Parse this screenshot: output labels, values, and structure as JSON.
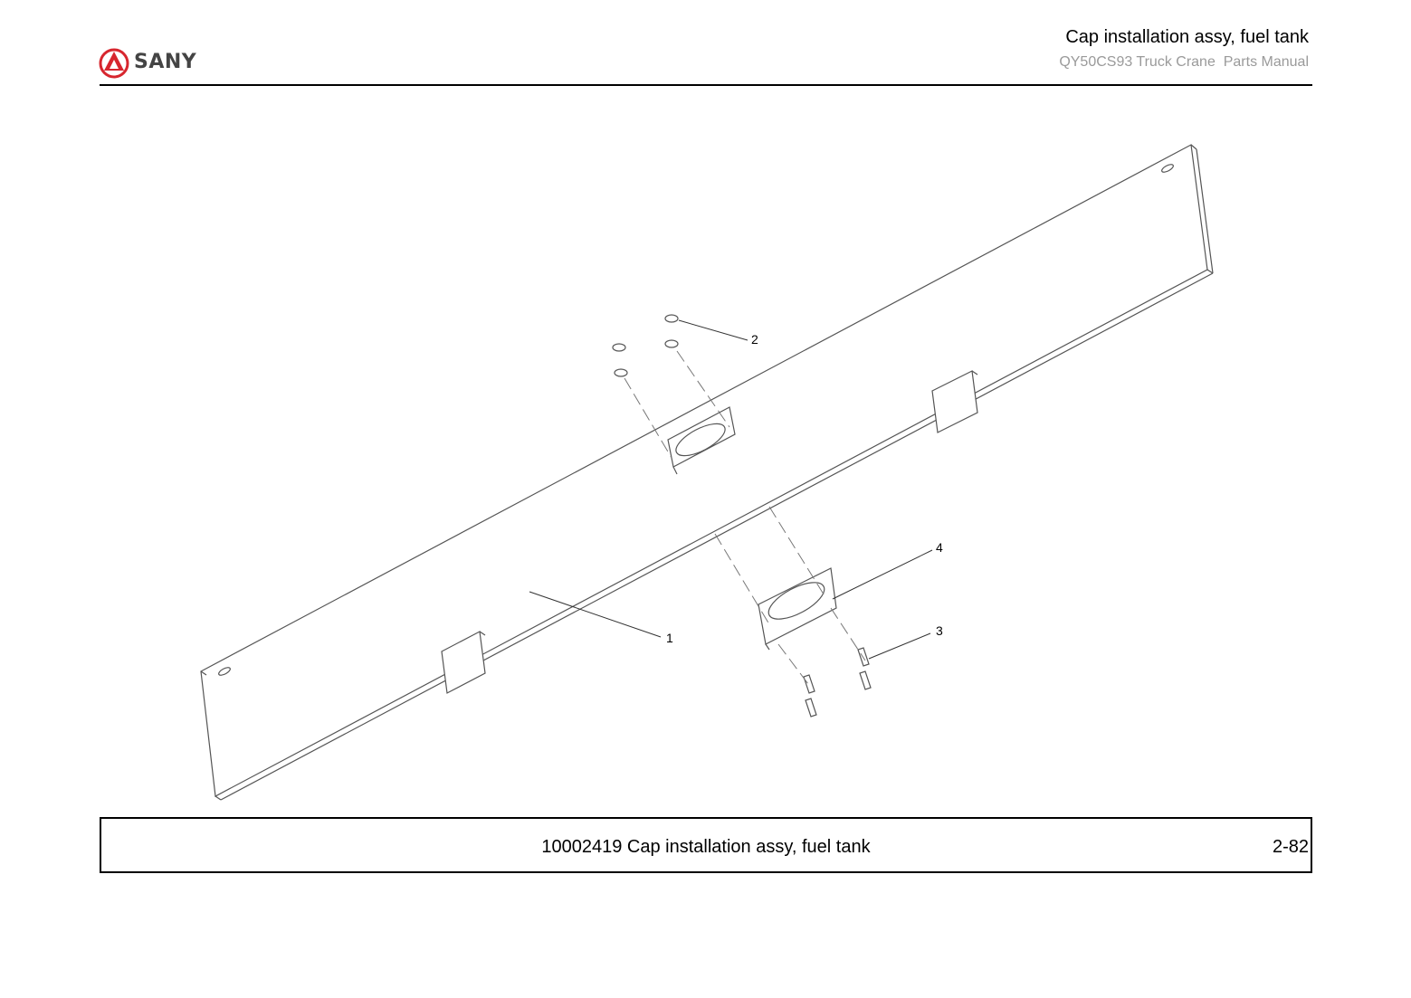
{
  "header": {
    "logo_text": "SANY",
    "title": "Cap installation assy, fuel tank",
    "subtitle": "QY50CS93 Truck Crane  Parts Manual"
  },
  "drawing": {
    "callouts": [
      "1",
      "2",
      "3",
      "4"
    ]
  },
  "caption": {
    "text": "10002419 Cap installation assy, fuel tank",
    "page_number": "2-82"
  },
  "colors": {
    "logo_red": "#d7262e",
    "logo_gray": "#444444",
    "subtitle_gray": "#9a9a9a",
    "line": "#555555"
  }
}
